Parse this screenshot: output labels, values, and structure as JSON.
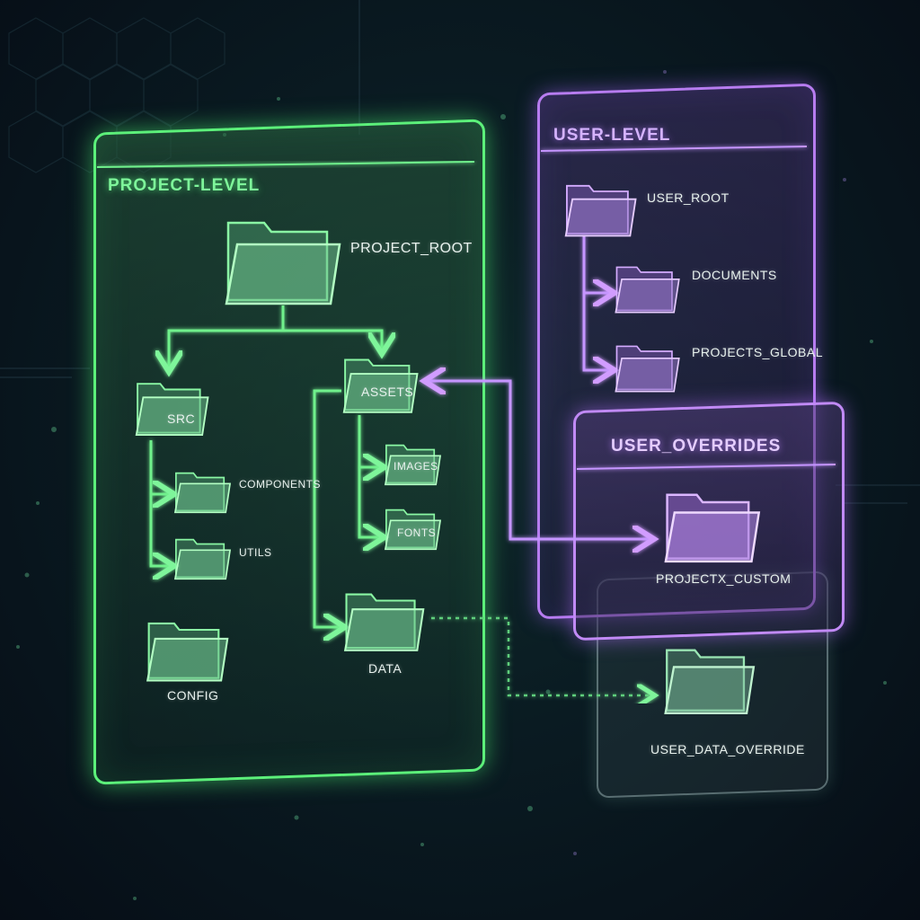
{
  "panels": {
    "project": {
      "title": "PROJECT-LEVEL"
    },
    "user": {
      "title": "USER-LEVEL"
    },
    "overrides": {
      "title": "USER_OVERRIDES"
    }
  },
  "folders": {
    "project_root": "PROJECT_ROOT",
    "src": "SRC",
    "components": "COMPONENTS",
    "utils": "UTILS",
    "config": "CONFIG",
    "assets": "ASSETS",
    "images": "IMAGES",
    "fonts": "FONTS",
    "data": "DATA",
    "user_root": "USER_ROOT",
    "documents": "DOCUMENTS",
    "projects_global": "PROJECTS_GLOBAL",
    "projectx_custom": "PROJECTX_CUSTOM",
    "user_data_override": "USER_DATA_OVERRIDE"
  },
  "colors": {
    "green": "#5cf07a",
    "purple": "#b77cf0",
    "ghost": "#9fc8bf"
  },
  "icons": [
    "folder-icon"
  ]
}
